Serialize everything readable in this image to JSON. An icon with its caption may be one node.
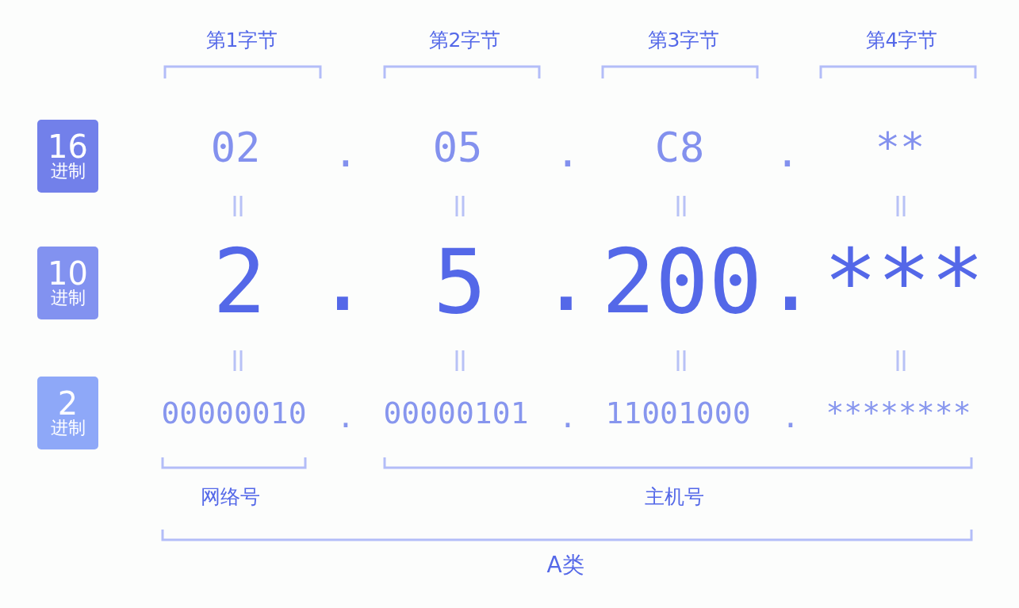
{
  "diagram": {
    "nodes": [
      {
        "text": [
          "16",
          "进制"
        ]
      },
      {
        "text": [
          "10",
          "进制"
        ]
      },
      {
        "text": [
          "2",
          "进制"
        ]
      }
    ],
    "labels": [
      "第1字节",
      "第2字节",
      "第3字节",
      "第4字节",
      "02",
      ".",
      "05",
      ".",
      "C8",
      ".",
      "**",
      "2",
      ".",
      "5",
      ".",
      "200",
      ".",
      "***",
      "00000010",
      ".",
      "00000101",
      ".",
      "11001000",
      ".",
      "********",
      "网络号",
      "主机号",
      "A类"
    ]
  }
}
